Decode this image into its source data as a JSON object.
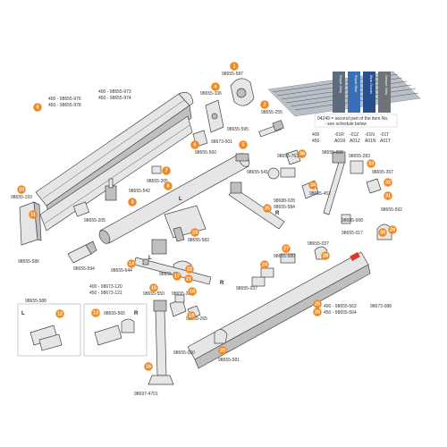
{
  "colors": {
    "callout": "#f08a24",
    "red_tag": "#d93a2b"
  },
  "callouts": [
    "1",
    "2",
    "3",
    "4",
    "5",
    "6",
    "7",
    "8",
    "9",
    "10",
    "11",
    "12",
    "13",
    "14",
    "15",
    "16",
    "17",
    "18",
    "19",
    "20",
    "21",
    "22",
    "23",
    "24",
    "25",
    "26",
    "27",
    "28",
    "29",
    "30",
    "31",
    "32",
    "33",
    "34",
    "35",
    "36"
  ],
  "part_numbers": {
    "p587": "98655-587",
    "p106": "98655-106",
    "p255": "98655-255",
    "p595": "98655-595",
    "p001": "98673-001",
    "p560": "98655-560",
    "p978a": "400 - 98655-976",
    "p978b": "450 - 98655-978",
    "p973a": "400 - 98655-973",
    "p973b": "450 - 98655-974",
    "p205a": "98655-205",
    "p542": "98655-542",
    "p193": "98655-193",
    "p205b": "98655-205",
    "p586": "98655-586",
    "p594": "98655-594",
    "p120a": "400 - 98673-120",
    "p120b": "450 - 98673-121",
    "p583": "98655-583",
    "p541": "98655-541",
    "p763": "98655-763",
    "p008": "98655-008",
    "p028": "98688-028",
    "p584": "98655-584",
    "p452": "98655-452",
    "p283": "98655-283",
    "p267": "98655-267",
    "p017": "98655-017",
    "p008b": "98685-008",
    "p592": "98655-592",
    "p644": "98655-644",
    "p0502": "98655-02",
    "p550a": "98655-550",
    "p201": "98655-201",
    "p037": "98655-037",
    "p580": "98655-580",
    "p037b": "98655-037",
    "p563a": "400 - 98655-563",
    "p563b": "450 - 98655-564",
    "p088": "98673-088",
    "p588": "98655-588",
    "p565": "98655-565",
    "p265": "98655-265",
    "p581": "98655-581",
    "p050": "98655-050",
    "p4701": "98697-4701"
  },
  "labels": {
    "L1": "L",
    "R1": "R",
    "L2": "L",
    "R2": "R",
    "L3": "L",
    "R3": "R"
  },
  "swatch_panel": {
    "colors": [
      "Royal Grey",
      "Royal Blue",
      "Blue Ocean",
      "Deluxe Grey"
    ],
    "note1": "04249 = second part of the item No.",
    "note2": "- see schedule below",
    "rows": [
      {
        "size": "400",
        "codes": [
          "-01R",
          "-01Z",
          "-01N",
          "-01T"
        ]
      },
      {
        "size": "450",
        "codes": [
          "A01R",
          "A01Z",
          "A01N",
          "A01T"
        ]
      }
    ]
  }
}
